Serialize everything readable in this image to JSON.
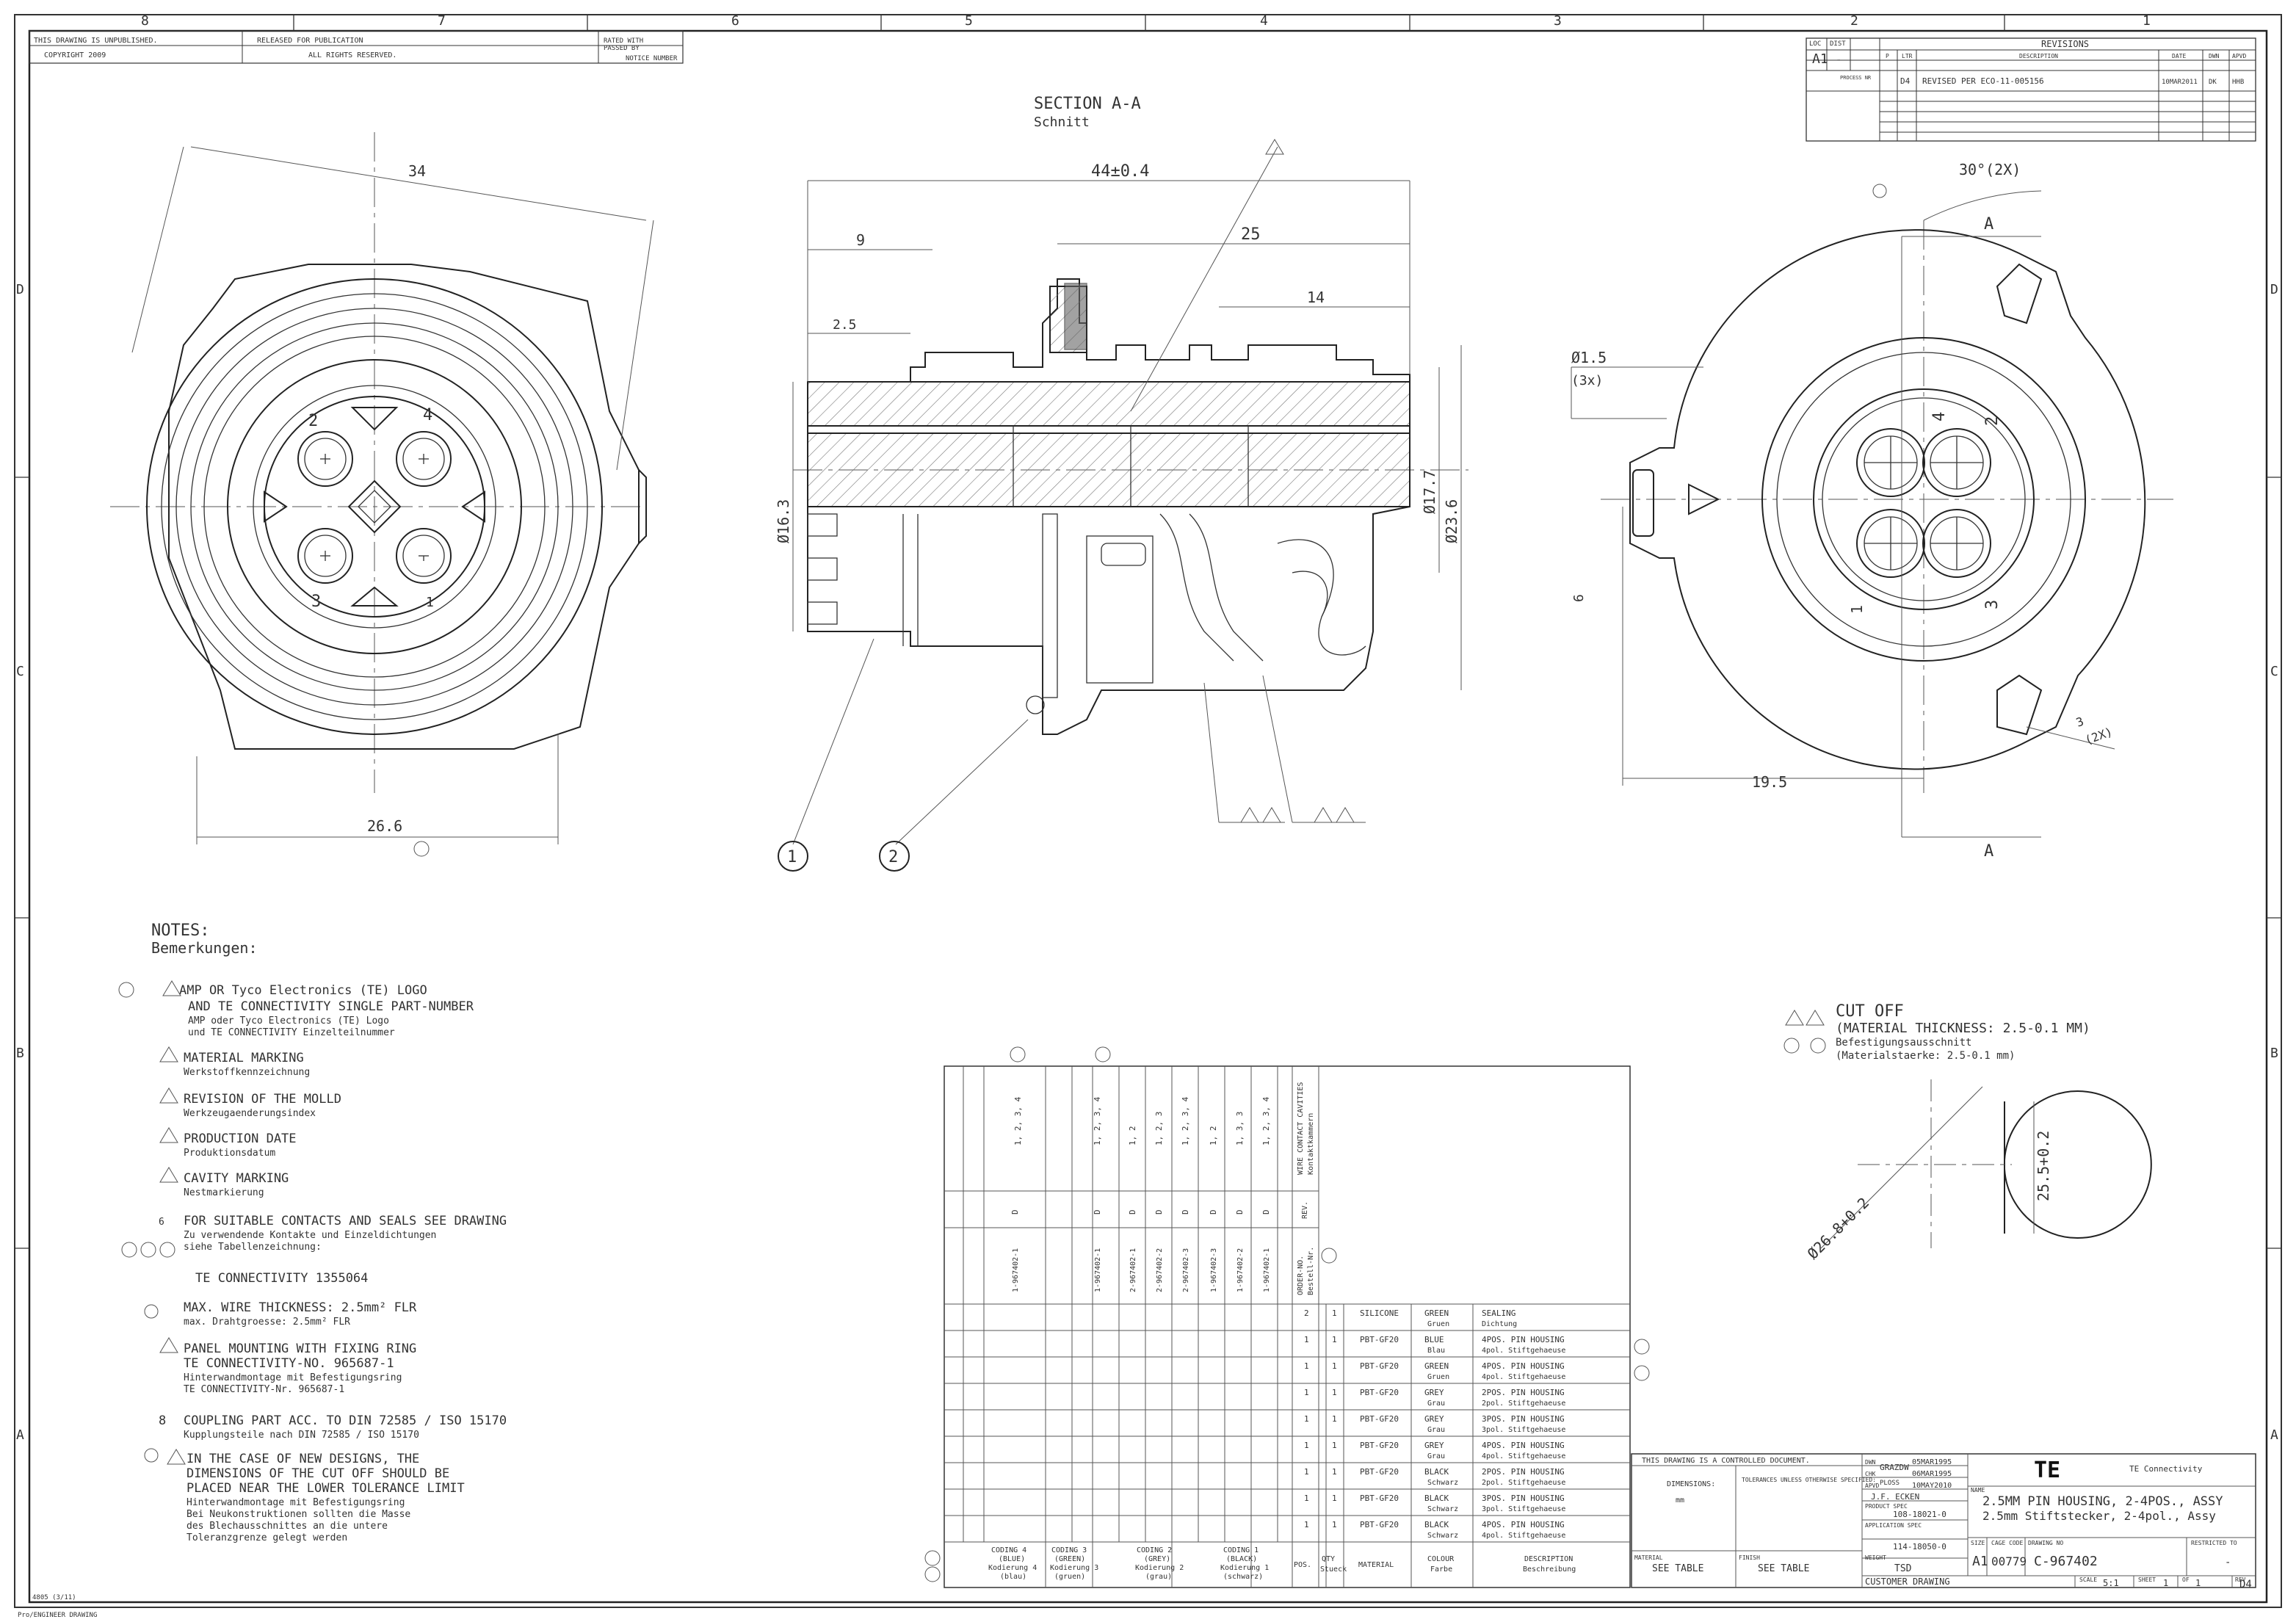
{
  "border": {
    "top_zones": [
      "8",
      "7",
      "6",
      "5",
      "4",
      "3",
      "2",
      "1"
    ],
    "side_zones": [
      "D",
      "C",
      "B",
      "A"
    ]
  },
  "header": {
    "row1": [
      "THIS DRAWING IS UNPUBLISHED.",
      "RELEASED FOR PUBLICATION",
      "RATED WITH",
      "PASSED BY"
    ],
    "row2": [
      "COPYRIGHT 2009",
      "ALL RIGHTS RESERVED.",
      "NOTICE NUMBER"
    ]
  },
  "revisions": {
    "title": "REVISIONS",
    "loc": "LOC",
    "loc_value": "A1",
    "dist": "DIST",
    "dist_value": "-",
    "cols": [
      "P",
      "LTR",
      "DESCRIPTION",
      "DATE",
      "DWN",
      "APVD"
    ],
    "rows": [
      {
        "p": "PROCESS NR",
        "ltr": "D4",
        "desc": "REVISED PER ECO-11-005156",
        "date": "10MAR2011",
        "dwn": "DK",
        "apvd": "HHB"
      }
    ]
  },
  "section_view": {
    "title": "SECTION  A-A",
    "subtitle": "Schnitt",
    "dims": {
      "overall": "44±0.4",
      "d25": "25",
      "d14": "14",
      "d9": "9",
      "d2_5": "2.5",
      "dia16": "Ø16.3",
      "dia17": "Ø17.7",
      "dia23": "Ø23.6"
    },
    "balloon_1": "1",
    "balloon_2": "2"
  },
  "left_view": {
    "dim_top": "34",
    "dim_bottom": "26.6",
    "pin_labels": [
      "2",
      "4",
      "3",
      "1"
    ]
  },
  "right_view": {
    "angle": "30°(2X)",
    "section_label_top": "A",
    "section_label_bottom": "A",
    "hole": "Ø1.5",
    "hole_qty": "(3x)",
    "dim_6": "6",
    "dim_19": "19.5",
    "dim_3": "3",
    "dim_3_qty": "(2X)",
    "pin_labels": [
      "4",
      "2",
      "1",
      "3"
    ]
  },
  "cutoff": {
    "title": "CUT OFF",
    "line1": "(MATERIAL THICKNESS: 2.5-0.1 MM)",
    "line2": "Befestigungsausschnitt",
    "line3": "(Materialstaerke: 2.5-0.1 mm)",
    "dim_dia": "Ø26.8+0.2",
    "dim_flat": "25.5+0.2"
  },
  "notes": {
    "title": "NOTES:",
    "subtitle": "Bemerkungen:",
    "items": [
      {
        "n": "1",
        "en": "AMP OR Tyco Electronics (TE) LOGO",
        "en2": "AND TE CONNECTIVITY SINGLE PART-NUMBER",
        "de": "AMP oder Tyco Electronics (TE) Logo",
        "de2": "und TE CONNECTIVITY Einzelteilnummer"
      },
      {
        "n": "2",
        "en": "MATERIAL MARKING",
        "en2": "",
        "de": "Werkstoffkennzeichnung",
        "de2": ""
      },
      {
        "n": "3",
        "en": "REVISION OF THE MOLLD",
        "en2": "",
        "de": "Werkzeugaenderungsindex",
        "de2": ""
      },
      {
        "n": "4",
        "en": "PRODUCTION DATE",
        "en2": "",
        "de": "Produktionsdatum",
        "de2": ""
      },
      {
        "n": "5",
        "en": "CAVITY MARKING",
        "en2": "",
        "de": "Nestmarkierung",
        "de2": ""
      },
      {
        "n": "6",
        "en": "FOR SUITABLE CONTACTS AND SEALS SEE DRAWING",
        "en2": "",
        "de": "Zu verwendende Kontakte und Einzeldichtungen",
        "de2": "siehe Tabellenzeichnung:"
      },
      {
        "n": "",
        "en": "TE CONNECTIVITY 1355064",
        "en2": "",
        "de": "",
        "de2": ""
      },
      {
        "n": "",
        "en": "MAX. WIRE THICKNESS: 2.5mm² FLR",
        "en2": "",
        "de": "max. Drahtgroesse: 2.5mm² FLR",
        "de2": ""
      },
      {
        "n": "7",
        "en": "PANEL MOUNTING WITH FIXING RING",
        "en2": "TE CONNECTIVITY-NO. 965687-1",
        "de": "Hinterwandmontage mit Befestigungsring",
        "de2": "TE CONNECTIVITY-Nr. 965687-1"
      },
      {
        "n": "8",
        "en": "COUPLING PART ACC. TO DIN 72585 / ISO 15170",
        "en2": "",
        "de": "Kupplungsteile nach DIN 72585 / ISO 15170",
        "de2": ""
      },
      {
        "n": "9",
        "en": "IN THE CASE OF NEW DESIGNS, THE",
        "en2": "DIMENSIONS OF THE CUT OFF SHOULD BE",
        "de": "PLACED NEAR THE LOWER TOLERANCE LIMIT",
        "de2": "Hinterwandmontage mit Befestigungsring"
      },
      {
        "n": "",
        "en": "Bei Neukonstruktionen sollten die Masse",
        "en2": "des Blechausschnittes an die untere",
        "de": "Toleranzgrenze gelegt werden",
        "de2": ""
      }
    ]
  },
  "table": {
    "vertical_headers": [
      "1, 2, 3, 4",
      "",
      "1, 2, 3, 4",
      "1, 2",
      "1, 2, 3",
      "1, 2, 3, 4",
      "1, 2",
      "1, 3, 3",
      "1, 2, 3, 4"
    ],
    "rev_values": [
      "D",
      "",
      "D",
      "D",
      "D",
      "D",
      "D",
      "D",
      "D"
    ],
    "part_numbers": [
      "1-967402-1",
      "",
      "1-967402-1",
      "2-967402-1",
      "2-967402-2",
      "2-967402-3",
      "1-967402-3",
      "1-967402-2",
      "1-967402-1"
    ],
    "rows": [
      {
        "pos": "2",
        "qty": "1",
        "material": "SILICONE",
        "colour": "GREEN",
        "colour_de": "Gruen",
        "desc": "SEALING",
        "desc_de": "Dichtung"
      },
      {
        "pos": "1",
        "qty": "1",
        "material": "PBT-GF20",
        "colour": "BLUE",
        "colour_de": "Blau",
        "desc": "4POS. PIN HOUSING",
        "desc_de": "4pol. Stiftgehaeuse"
      },
      {
        "pos": "1",
        "qty": "1",
        "material": "PBT-GF20",
        "colour": "GREEN",
        "colour_de": "Gruen",
        "desc": "4POS. PIN HOUSING",
        "desc_de": "4pol. Stiftgehaeuse"
      },
      {
        "pos": "1",
        "qty": "1",
        "material": "PBT-GF20",
        "colour": "GREY",
        "colour_de": "Grau",
        "desc": "2POS. PIN HOUSING",
        "desc_de": "2pol. Stiftgehaeuse"
      },
      {
        "pos": "1",
        "qty": "1",
        "material": "PBT-GF20",
        "colour": "GREY",
        "colour_de": "Grau",
        "desc": "3POS. PIN HOUSING",
        "desc_de": "3pol. Stiftgehaeuse"
      },
      {
        "pos": "1",
        "qty": "1",
        "material": "PBT-GF20",
        "colour": "GREY",
        "colour_de": "Grau",
        "desc": "4POS. PIN HOUSING",
        "desc_de": "4pol. Stiftgehaeuse"
      },
      {
        "pos": "1",
        "qty": "1",
        "material": "PBT-GF20",
        "colour": "BLACK",
        "colour_de": "Schwarz",
        "desc": "2POS. PIN HOUSING",
        "desc_de": "2pol. Stiftgehaeuse"
      },
      {
        "pos": "1",
        "qty": "1",
        "material": "PBT-GF20",
        "colour": "BLACK",
        "colour_de": "Schwarz",
        "desc": "3POS. PIN HOUSING",
        "desc_de": "3pol. Stiftgehaeuse"
      },
      {
        "pos": "1",
        "qty": "1",
        "material": "PBT-GF20",
        "colour": "BLACK",
        "colour_de": "Schwarz",
        "desc": "4POS. PIN HOUSING",
        "desc_de": "4pol. Stiftgehaeuse"
      }
    ],
    "footer": {
      "coding4": "CODING 4",
      "coding4_c": "(BLUE)",
      "coding4_de": "Kodierung 4",
      "coding4_de_c": "(blau)",
      "coding3": "CODING 3",
      "coding3_c": "(GREEN)",
      "coding3_de": "Kodierung 3",
      "coding3_de_c": "(gruen)",
      "coding2": "CODING 2",
      "coding2_c": "(GREY)",
      "coding2_de": "Kodierung 2",
      "coding2_de_c": "(grau)",
      "coding1": "CODING 1",
      "coding1_c": "(BLACK)",
      "coding1_de": "Kodierung 1",
      "coding1_de_c": "(schwarz)",
      "pos": "POS.",
      "qty": "QTY",
      "qty_de": "Stueck",
      "material": "MATERIAL",
      "colour": "COLOUR",
      "colour_de": "Farbe",
      "desc": "DESCRIPTION",
      "desc_de": "Beschreibung",
      "rev": "REV.",
      "order_no": "ORDER-NO.",
      "order_no_de": "Bestell-Nr.",
      "wire": "WIRE CONTACT CAVITIES",
      "wire_de": "Kontaktkammern"
    }
  },
  "title_block": {
    "controlled": "THIS DRAWING IS A CONTROLLED DOCUMENT.",
    "dimensions": "DIMENSIONS:",
    "dim_unit": "mm",
    "tolerances": "TOLERANCES UNLESS OTHERWISE SPECIFIED:",
    "material": "MATERIAL",
    "material_val": "SEE TABLE",
    "finish": "FINISH",
    "finish_val": "SEE TABLE",
    "dwn": "DWN",
    "dwn_val": "GRAZDW",
    "dwn_date": "05MAR1995",
    "chk": "CHK",
    "chk_val": "PLOSS",
    "chk_date": "06MAR1995",
    "appr": "APVD",
    "appr_val": "J.F. ECKEN",
    "appr_date": "10MAY2010",
    "product_spec": "PRODUCT SPEC",
    "product_spec_val": "108-18021-0",
    "app_spec": "APPLICATION SPEC",
    "app_spec_val": "114-18050-0",
    "weight": "WEIGHT",
    "weight_val": "TSD",
    "logo": "TE",
    "company": "TE Connectivity",
    "name_label": "NAME",
    "name1": "2.5MM PIN HOUSING, 2-4POS., ASSY",
    "name2": "2.5mm Stiftstecker, 2-4pol., Assy",
    "size": "SIZE",
    "size_val": "A1",
    "cage": "CAGE CODE",
    "cage_val": "00779",
    "dwg_no": "DRAWING NO",
    "dwg_val": "C-967402",
    "restricted": "RESTRICTED TO",
    "restricted_val": "-",
    "customer": "CUSTOMER DRAWING",
    "scale": "SCALE",
    "scale_val": "5:1",
    "sheet": "SHEET",
    "sheet_val": "1",
    "of": "OF",
    "of_val": "1",
    "rev": "REV",
    "rev_val": "D4"
  },
  "footer_left": {
    "form": "4805 (3/11)",
    "path": "Pro/ENGINEER DRAWING"
  }
}
